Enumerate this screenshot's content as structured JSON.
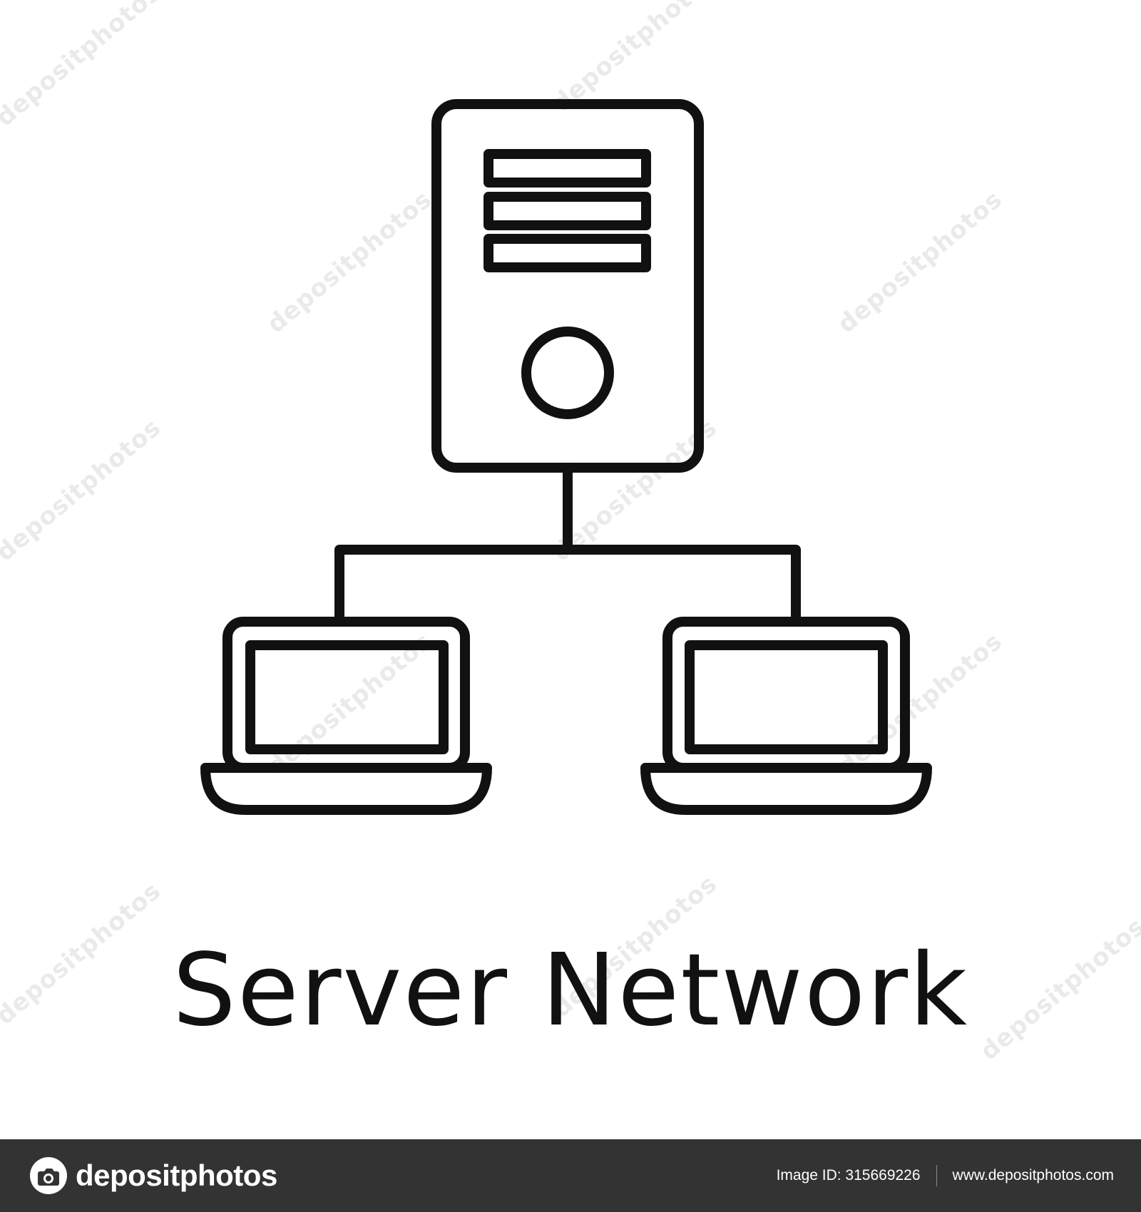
{
  "title": "Server Network",
  "watermark_text": "depositphotos",
  "footer": {
    "brand": "depositphotos",
    "image_id": "Image ID: 315669226",
    "website": "www.depositphotos.com"
  },
  "diagram": {
    "nodes": [
      {
        "id": "server",
        "kind": "server-tower"
      },
      {
        "id": "laptop-left",
        "kind": "laptop"
      },
      {
        "id": "laptop-right",
        "kind": "laptop"
      }
    ],
    "edges": [
      {
        "from": "server",
        "to": "laptop-left"
      },
      {
        "from": "server",
        "to": "laptop-right"
      }
    ]
  },
  "colors": {
    "stroke": "#111111",
    "background": "#ffffff",
    "footer_background": "#333333",
    "footer_text": "#ffffff"
  },
  "icons": [
    "server-icon",
    "laptop-icon",
    "camera-logo-icon"
  ]
}
